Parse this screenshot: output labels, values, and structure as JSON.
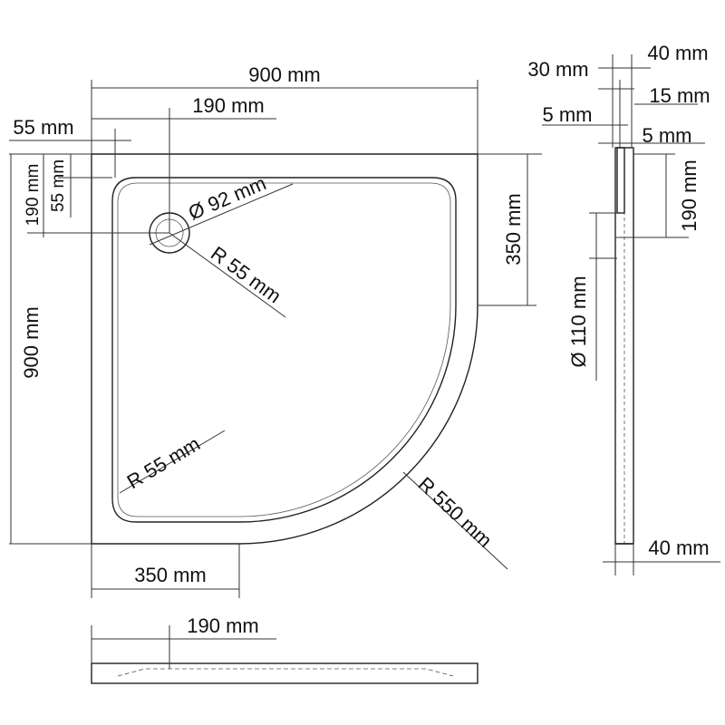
{
  "diagram": {
    "top_view": {
      "width_label": "900 mm",
      "drain_x_label": "190 mm",
      "offset_x_label": "55 mm",
      "offset_y_label": "55 mm",
      "drain_y_label": "190 mm",
      "drain_diameter_label": "Ø 92 mm",
      "drain_radius_label": "R 55 mm",
      "height_label": "900 mm",
      "side_straight_label": "350 mm",
      "corner_radius_label": "R 55 mm",
      "arc_radius_label": "R 550 mm",
      "bottom_straight_label": "350 mm"
    },
    "front_view": {
      "drain_x_label": "190 mm"
    },
    "side_view": {
      "rim_top_label": "40 mm",
      "rim_width_label": "30 mm",
      "inner_step_label": "15 mm",
      "lip_left_label": "5 mm",
      "lip_right_label": "5 mm",
      "drain_depth_label": "190 mm",
      "drain_diameter_label": "Ø 110 mm",
      "base_height_label": "40 mm"
    }
  }
}
